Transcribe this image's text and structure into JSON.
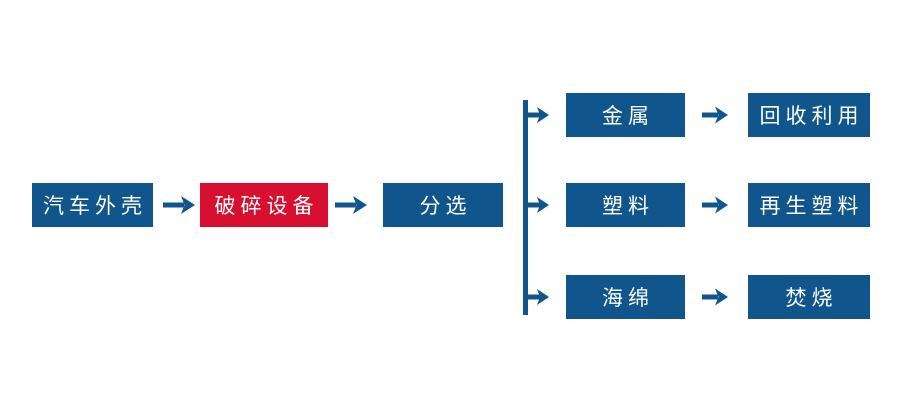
{
  "colors": {
    "primary_blue": "#10568C",
    "accent_red": "#D6102E",
    "background": "#FFFFFF",
    "text_on_node": "#FFFFFF"
  },
  "diagram": {
    "type": "flowchart",
    "direction": "left-to-right",
    "nodes": {
      "car_shell": "汽车外壳",
      "crusher": "破碎设备",
      "sorting": "分选",
      "metal": "金属",
      "plastic": "塑料",
      "sponge": "海绵",
      "recycling": "回收利用",
      "recycled_plastic": "再生塑料",
      "incineration": "焚烧"
    },
    "edges": [
      {
        "from": "汽车外壳",
        "to": "破碎设备"
      },
      {
        "from": "破碎设备",
        "to": "分选"
      },
      {
        "from": "分选",
        "to": "金属"
      },
      {
        "from": "分选",
        "to": "塑料"
      },
      {
        "from": "分选",
        "to": "海绵"
      },
      {
        "from": "金属",
        "to": "回收利用"
      },
      {
        "from": "塑料",
        "to": "再生塑料"
      },
      {
        "from": "海绵",
        "to": "焚烧"
      }
    ],
    "highlighted_node": "破碎设备"
  }
}
